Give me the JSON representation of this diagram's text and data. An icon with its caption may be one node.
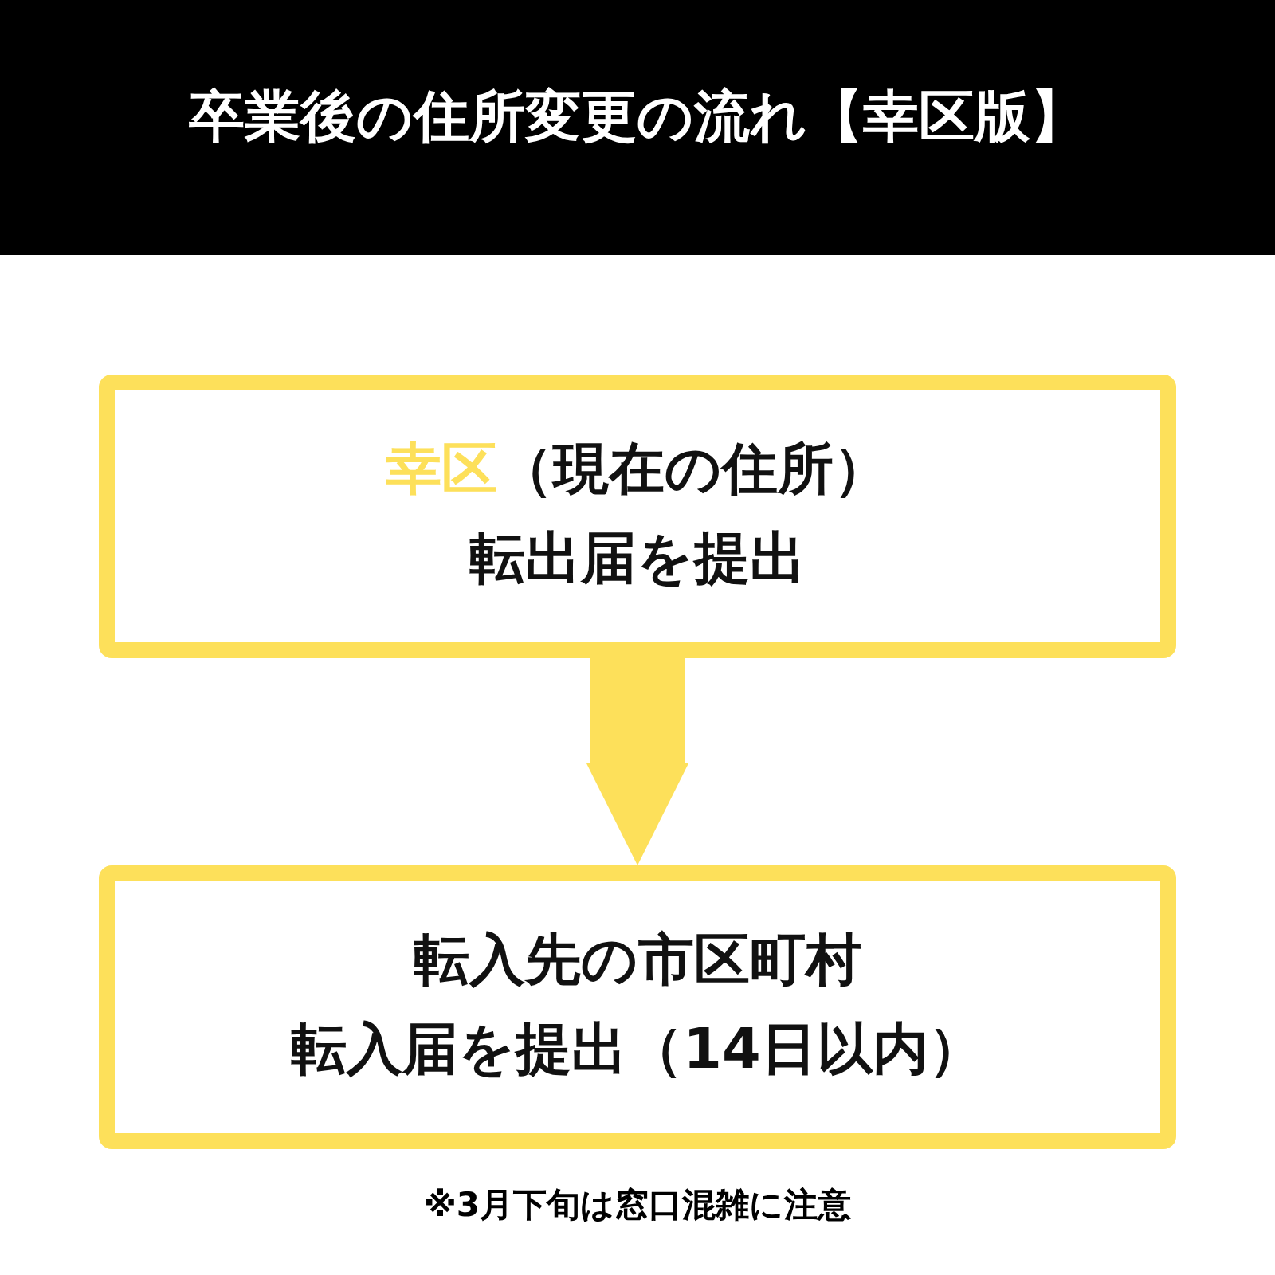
{
  "diagram": {
    "title": "卒業後の住所変更の流れ【幸区版】",
    "nodes": [
      {
        "text": [
          "幸区",
          "（現在の住所）",
          "転出届を提出"
        ]
      },
      {
        "text": [
          "転入先の市区町村",
          "転入届を提出（14日以内）"
        ]
      }
    ],
    "edges": [
      {
        "from": 0,
        "to": 1,
        "arrow": "to"
      }
    ],
    "labels": [
      "※3月下旬は窓口混雑に注意"
    ]
  }
}
